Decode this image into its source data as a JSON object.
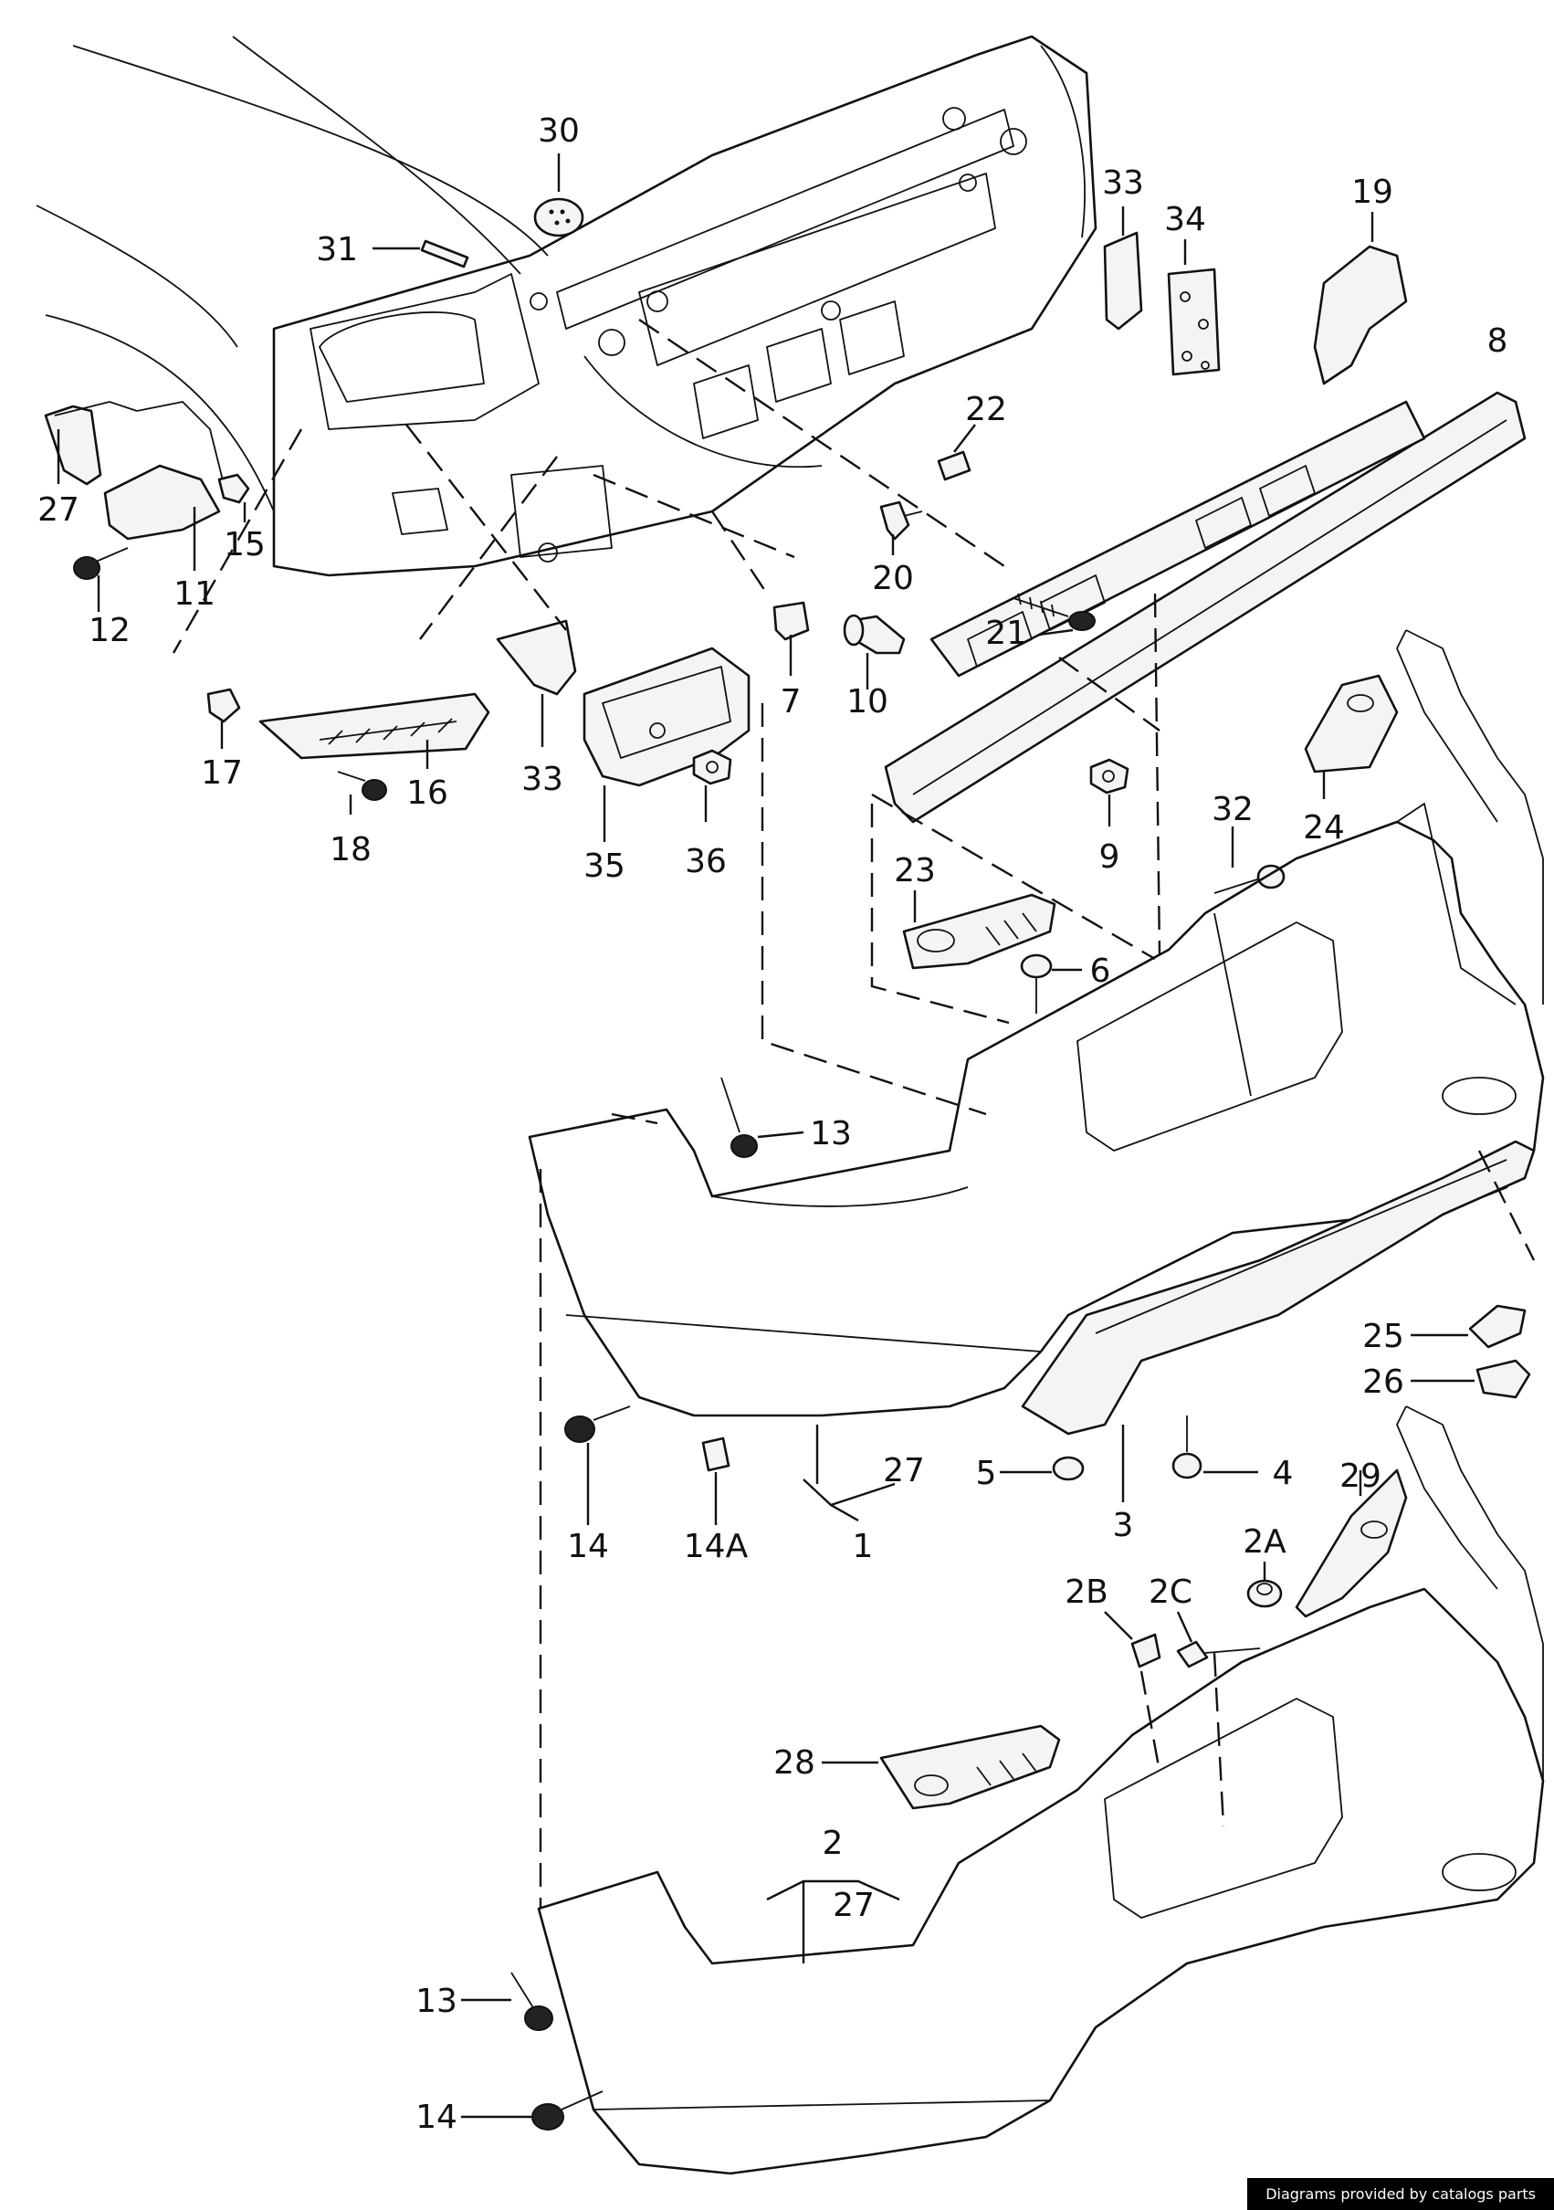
{
  "labels": {
    "l30": "30",
    "l31": "31",
    "l33a": "33",
    "l34": "34",
    "l19": "19",
    "l8": "8",
    "l22": "22",
    "l27a": "27",
    "l15": "15",
    "l11": "11",
    "l12": "12",
    "l20": "20",
    "l21": "21",
    "l7": "7",
    "l10": "10",
    "l17": "17",
    "l16": "16",
    "l18": "18",
    "l33b": "33",
    "l35": "35",
    "l36": "36",
    "l9": "9",
    "l32": "32",
    "l24": "24",
    "l23": "23",
    "l6": "6",
    "l13a": "13",
    "l25": "25",
    "l26": "26",
    "l14a": "14",
    "l14A": "14A",
    "l27b": "27",
    "l1": "1",
    "l5": "5",
    "l3": "3",
    "l4": "4",
    "l29": "29",
    "l2A": "2A",
    "l2B": "2B",
    "l2C": "2C",
    "l28": "28",
    "l2": "2",
    "l27c": "27",
    "l13b": "13",
    "l14b": "14"
  },
  "footer": {
    "text": "Diagrams provided by catalogs parts"
  }
}
